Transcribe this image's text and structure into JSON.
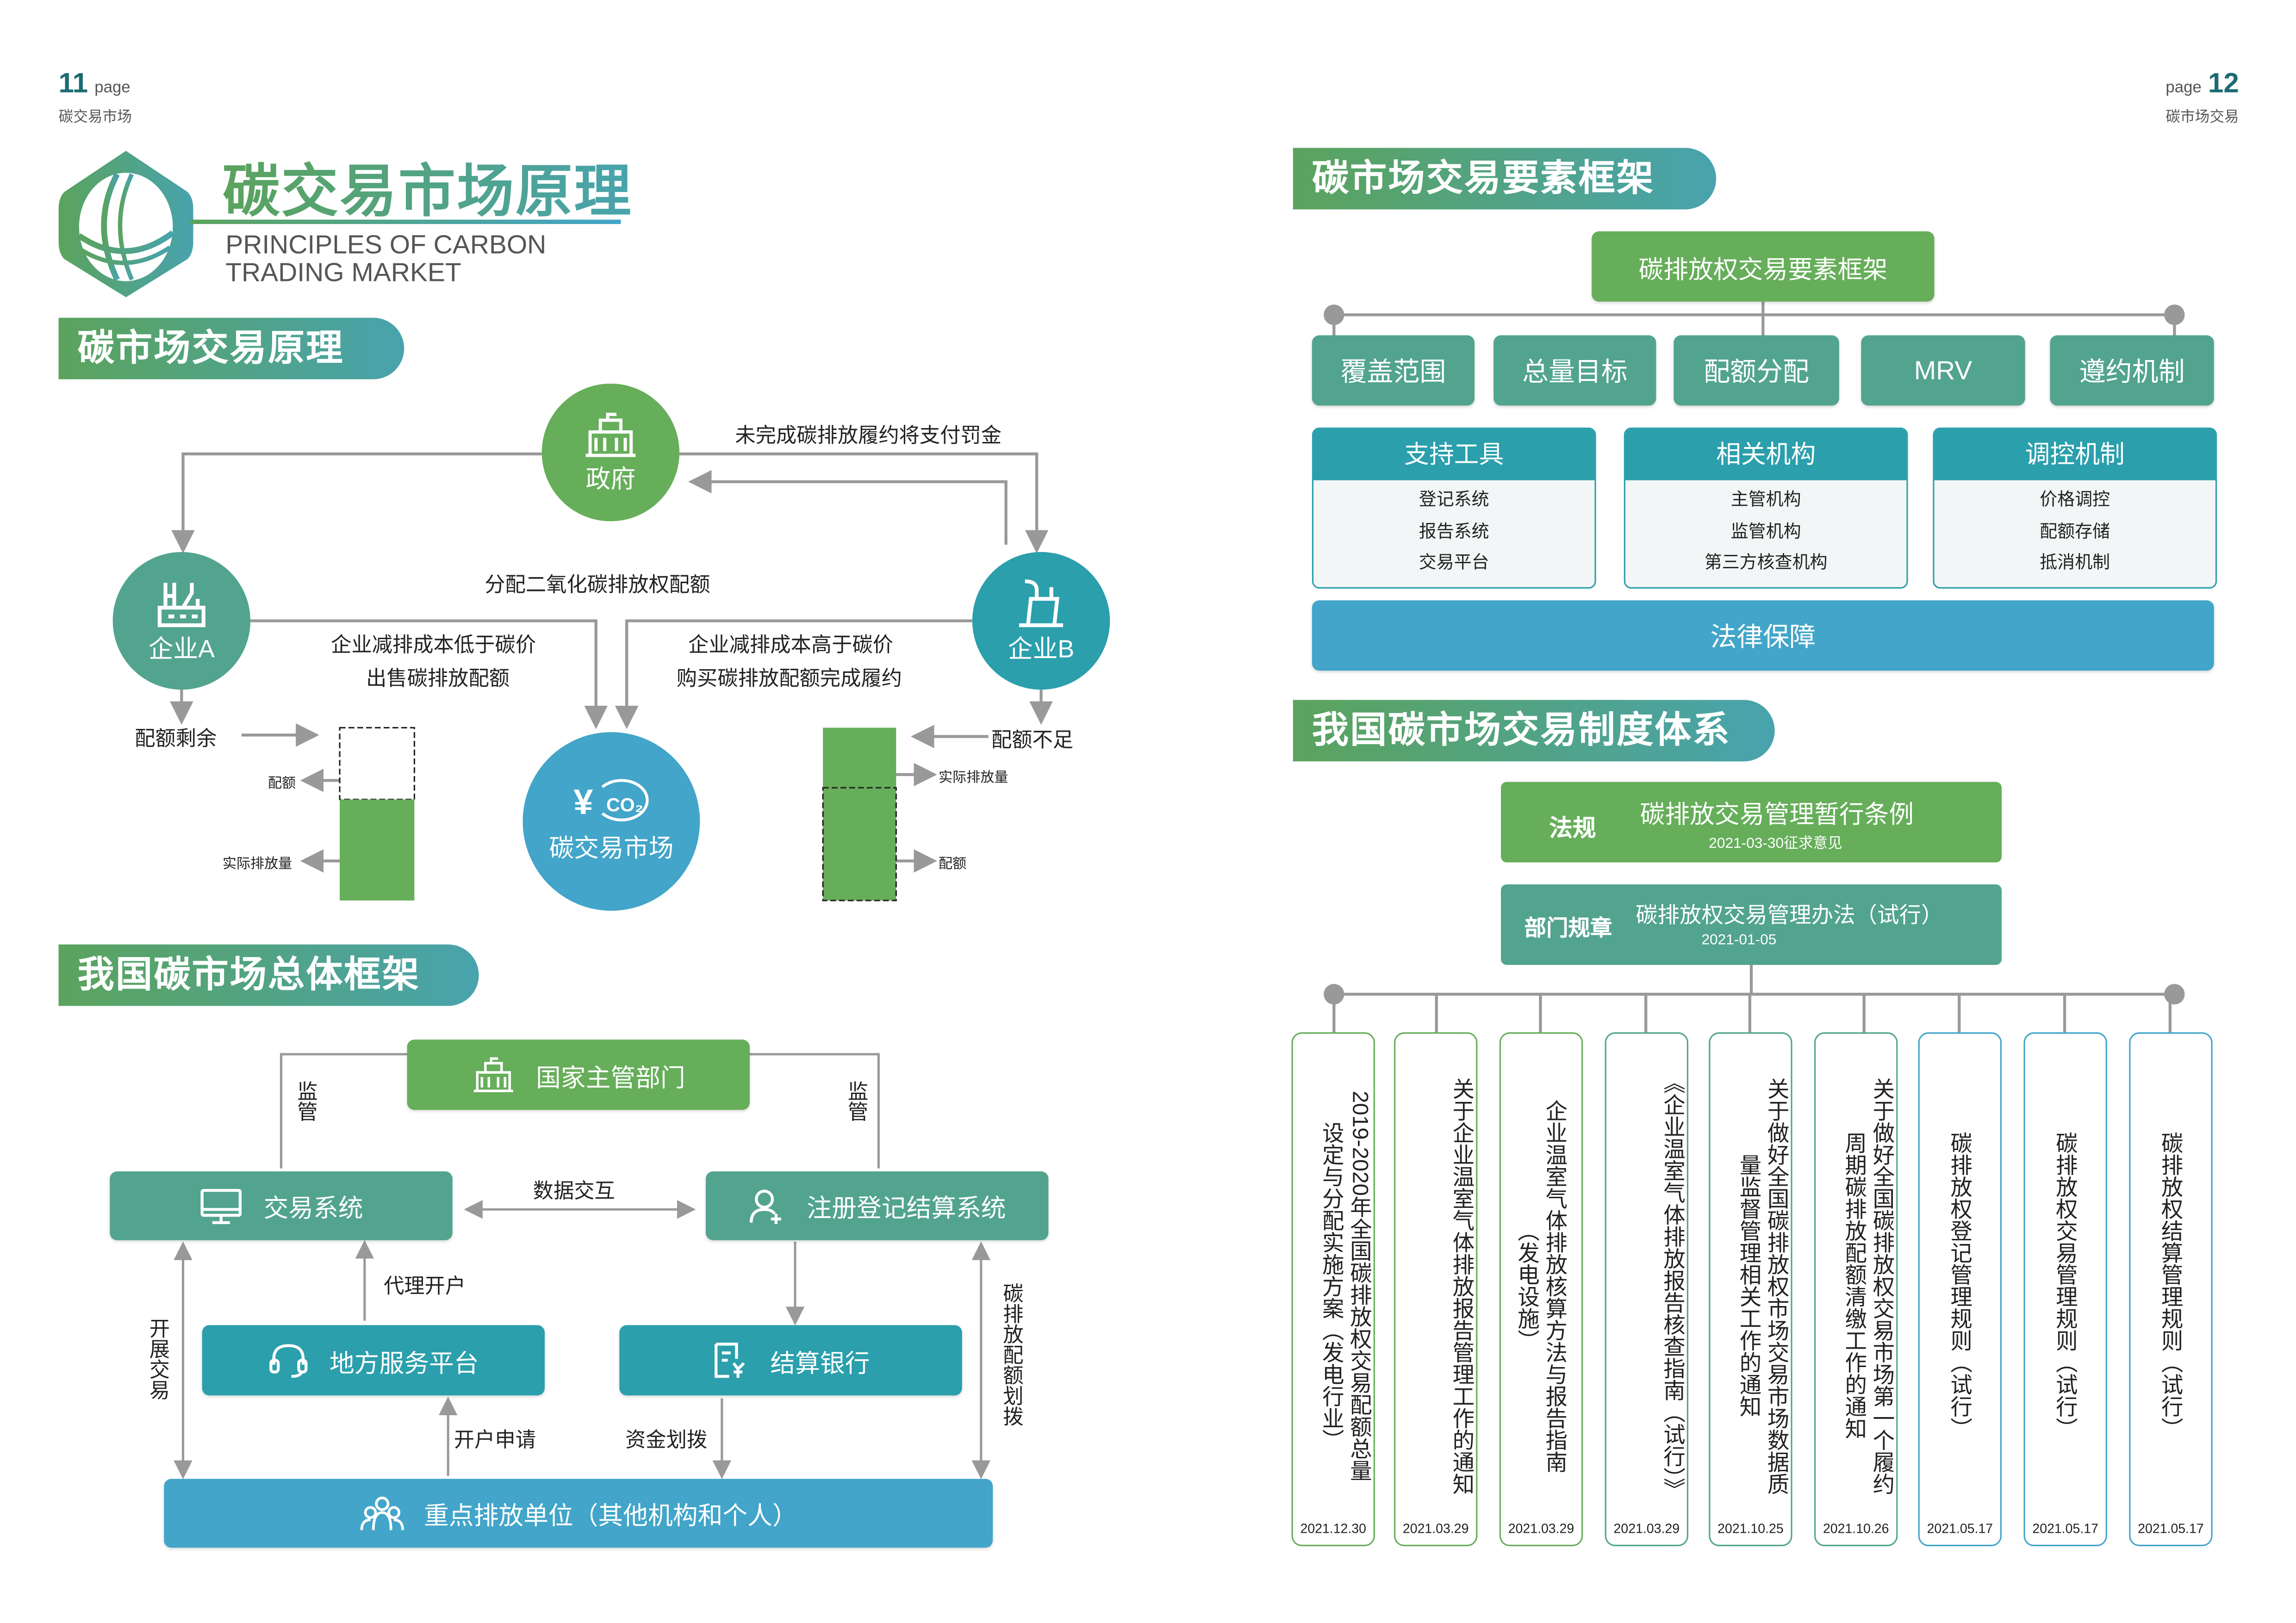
{
  "colors": {
    "green": "#66ae5a",
    "teal": "#52a48e",
    "teal_blue": "#2b9fac",
    "blue": "#42a5c9",
    "line": "#999999"
  },
  "left_page": {
    "page_number": "11",
    "page_word": "page",
    "page_section": "碳交易市场",
    "title": "碳交易市场原理",
    "subtitle_line1": "PRINCIPLES OF CARBON",
    "subtitle_line2": "TRADING MARKET",
    "section1": {
      "heading": "碳市场交易原理",
      "government": "政府",
      "penalty_note": "未完成碳排放履约将支付罚金",
      "allocation_note": "分配二氧化碳排放权配额",
      "enterprise_a": "企业A",
      "enterprise_b": "企业B",
      "sell_note_1": "企业减排成本低于碳价",
      "sell_note_2": "出售碳排放配额",
      "buy_note_1": "企业减排成本高于碳价",
      "buy_note_2": "购买碳排放配额完成履约",
      "market": "碳交易市场",
      "market_icon_text": "CO₂",
      "surplus": "配额剩余",
      "shortage": "配额不足",
      "quota": "配额",
      "actual_emission": "实际排放量"
    },
    "section2": {
      "heading": "我国碳市场总体框架",
      "national_dept": "国家主管部门",
      "trading_system": "交易系统",
      "registry_system": "注册登记结算系统",
      "local_platform": "地方服务平台",
      "settlement_bank": "结算银行",
      "key_units": "重点排放单位（其他机构和个人）",
      "supervise": "监管",
      "data_exchange": "数据交互",
      "agent_open": "代理开户",
      "open_apply": "开户申请",
      "fund_transfer": "资金划拨",
      "trade": "开展交易",
      "quota_transfer": "碳排放配额划拨"
    }
  },
  "right_page": {
    "page_word": "page",
    "page_number": "12",
    "page_section": "碳市场交易",
    "section1": {
      "heading": "碳市场交易要素框架",
      "root": "碳排放权交易要素框架",
      "elements": [
        "覆盖范围",
        "总量目标",
        "配额分配",
        "MRV",
        "遵约机制"
      ],
      "cards": [
        {
          "title": "支持工具",
          "items": [
            "登记系统",
            "报告系统",
            "交易平台"
          ]
        },
        {
          "title": "相关机构",
          "items": [
            "主管机构",
            "监管机构",
            "第三方核查机构"
          ]
        },
        {
          "title": "调控机制",
          "items": [
            "价格调控",
            "配额存储",
            "抵消机制"
          ]
        }
      ],
      "legal": "法律保障"
    },
    "section2": {
      "heading": "我国碳市场交易制度体系",
      "law": {
        "label": "法规",
        "title": "碳排放交易管理暂行条例",
        "date": "2021-03-30征求意见"
      },
      "rule": {
        "label": "部门规章",
        "title": "碳排放权交易管理办法（试行）",
        "date": "2021-01-05"
      },
      "documents": [
        {
          "lines": [
            "2019-2020年全国碳排放权交易配额总量",
            "设定与分配实施方案（发电行业）"
          ],
          "date": "2021.12.30"
        },
        {
          "lines": [
            "关于企业温室气体排放报告管理工作的通知",
            ""
          ],
          "date": "2021.03.29"
        },
        {
          "lines": [
            "企业温室气体排放核算方法与报告指南",
            "（发电设施）"
          ],
          "date": "2021.03.29"
        },
        {
          "lines": [
            "《企业温室气体排放报告核查指南（试行）》",
            ""
          ],
          "date": "2021.03.29"
        },
        {
          "lines": [
            "关于做好全国碳排放权市场交易市场数据质",
            "量监督管理相关工作的通知"
          ],
          "date": "2021.10.25"
        },
        {
          "lines": [
            "关于做好全国碳排放权交易市场第一个履约",
            "周期碳排放配额清缴工作的通知"
          ],
          "date": "2021.10.26"
        },
        {
          "lines": [
            "碳排放权登记管理规则（试行）",
            ""
          ],
          "date": "2021.05.17"
        },
        {
          "lines": [
            "碳排放权交易管理规则（试行）",
            ""
          ],
          "date": "2021.05.17"
        },
        {
          "lines": [
            "碳排放权结算管理规则（试行）",
            ""
          ],
          "date": "2021.05.17"
        }
      ]
    }
  }
}
